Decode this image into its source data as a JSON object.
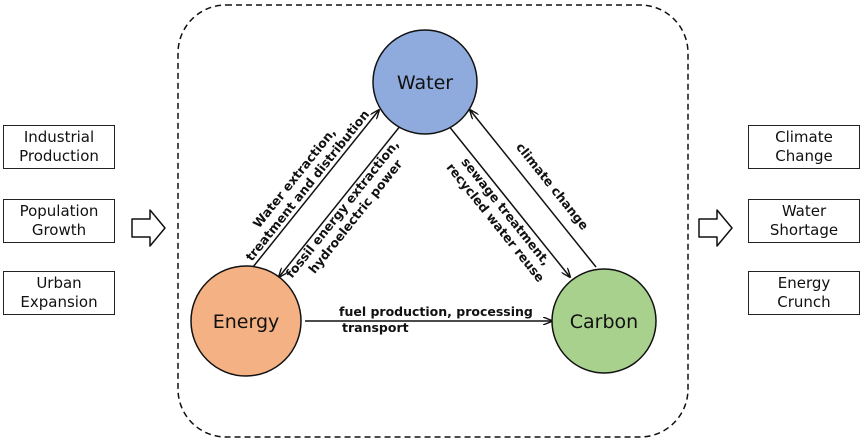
{
  "left_factors": [
    {
      "label": "Industrial\nProduction"
    },
    {
      "label": "Population\nGrowth"
    },
    {
      "label": "Urban\nExpansion"
    }
  ],
  "right_impacts": [
    {
      "label": "Climate\nChange"
    },
    {
      "label": "Water\nShortage"
    },
    {
      "label": "Energy\nCrunch"
    }
  ],
  "nodes": {
    "water": {
      "label": "Water",
      "fill": "#8faadc"
    },
    "energy": {
      "label": "Energy",
      "fill": "#f4b183"
    },
    "carbon": {
      "label": "Carbon",
      "fill": "#a9d18e"
    }
  },
  "edges": {
    "energy_to_water": {
      "line1": "Water extraction,",
      "line2": "treatment and distribution"
    },
    "water_to_energy": {
      "line1": "fossil energy extraction,",
      "line2": "hydroelectric power"
    },
    "water_to_carbon": {
      "line1": "sewage treatment,",
      "line2": "recycled water reuse"
    },
    "carbon_to_water": {
      "line1": "climate change"
    },
    "energy_to_carbon": {
      "line1": "fuel production, processing",
      "line2": "transport"
    }
  }
}
